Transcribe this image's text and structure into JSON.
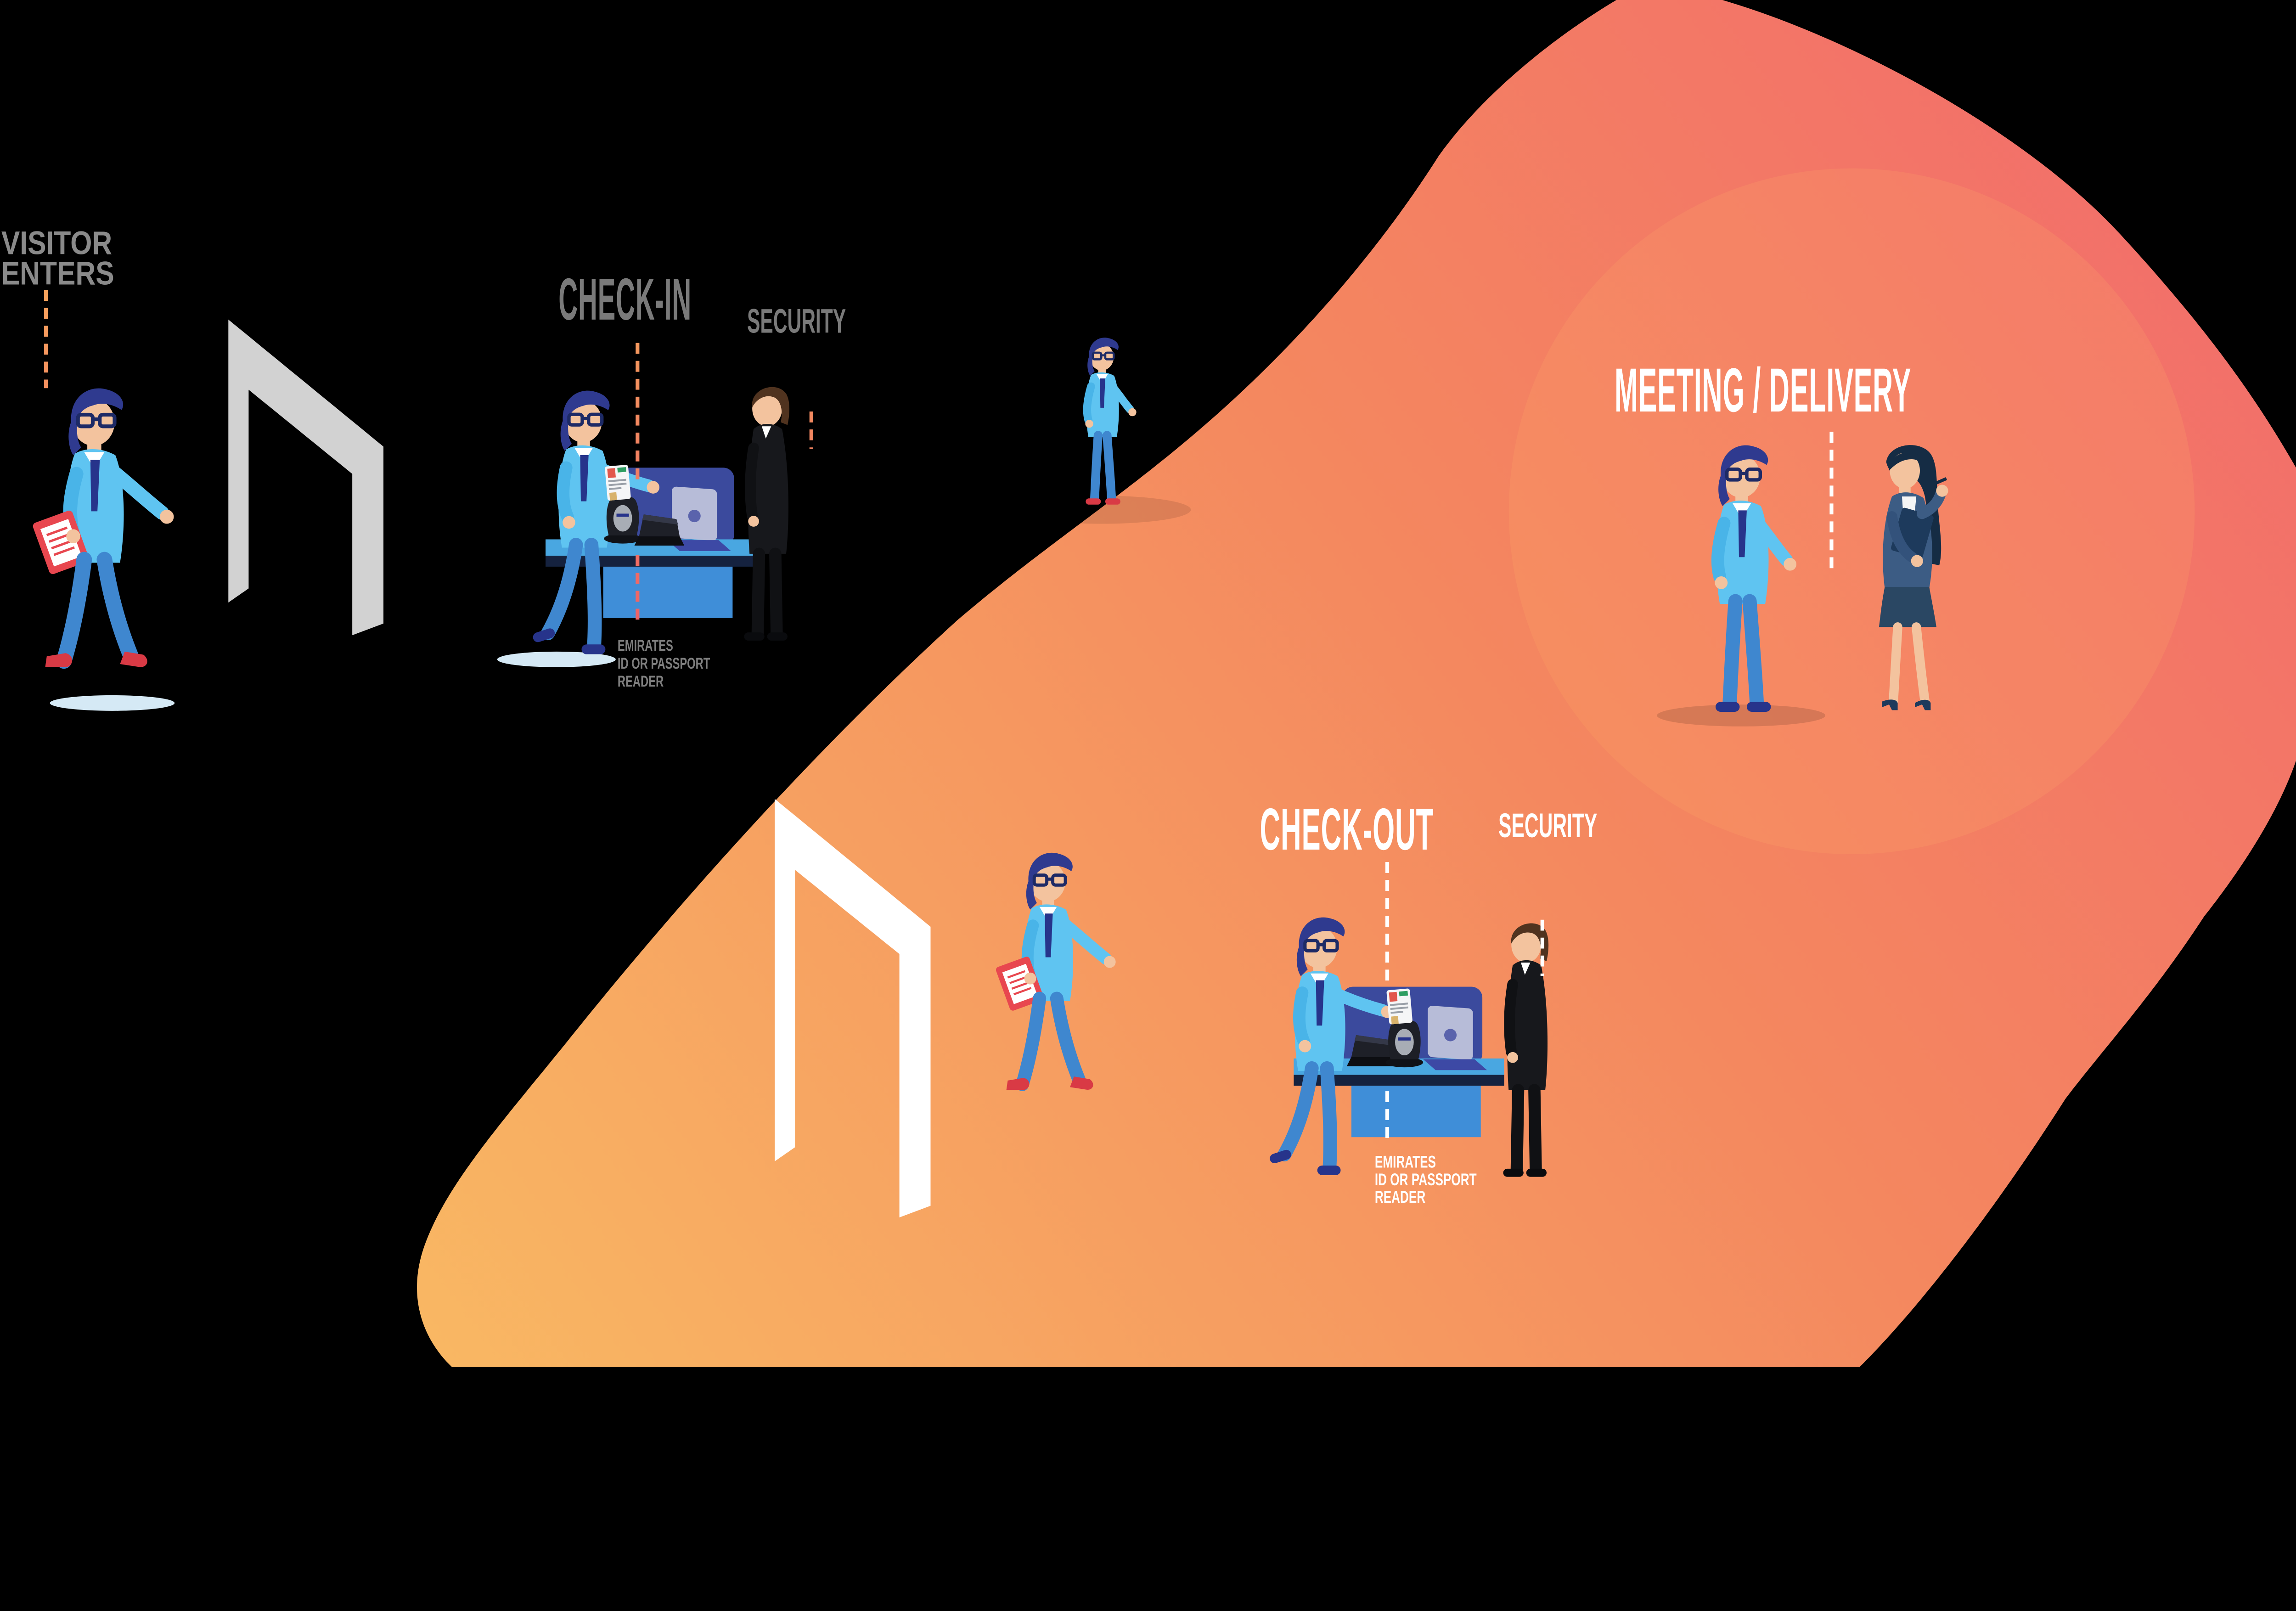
{
  "labels": {
    "visitor_line1": "VISITOR",
    "visitor_line2": "ENTERS",
    "check_in": "CHECK-IN",
    "security_in": "SECURITY",
    "reader_in_line1": "EMIRATES",
    "reader_in_line2": "ID OR PASSPORT",
    "reader_in_line3": "READER",
    "meeting_delivery": "MEETING / DELIVERY",
    "check_out": "CHECK-OUT",
    "security_out": "SECURITY",
    "reader_out_line1": "EMIRATES",
    "reader_out_line2": "ID OR PASSPORT",
    "reader_out_line3": "READER"
  },
  "colors": {
    "background": "#000000",
    "blob_gradient_start": "#f9b863",
    "blob_gradient_mid": "#f4875f",
    "blob_gradient_end": "#f2696d",
    "gray_label": "#8a8a8a",
    "white_label": "#ffffff",
    "dash_on_black_start": "#f6a35c",
    "dash_on_black_end": "#ee6067",
    "dash_on_blob": "#ffffff",
    "entry_gate": "#d2d2d2",
    "exit_gate": "#ffffff",
    "desk_partition": "#3b4a9d",
    "desk_top": "#49a7e1",
    "desk_edge": "#15223f",
    "desk_base": "#3f8ed8",
    "shirt_blue": "#5fc4f1",
    "pants_blue": "#3f87cf",
    "suit_black": "#17181c",
    "red_shoes": "#d93a45"
  }
}
